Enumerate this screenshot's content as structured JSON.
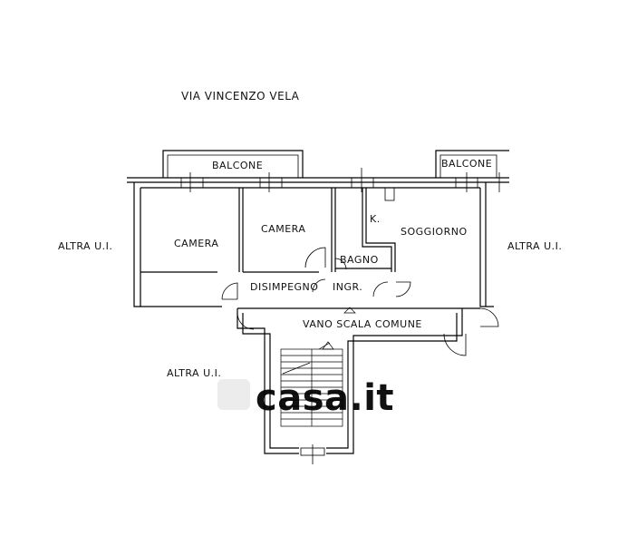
{
  "plan": {
    "street": "VIA VINCENZO VELA",
    "watermark": "casa.it",
    "colors": {
      "line": "#000000",
      "background": "#ffffff",
      "watermark": "#e7e7e7"
    },
    "rooms": {
      "balcone_left": "BALCONE",
      "balcone_right": "BALCONE",
      "camera_left": "CAMERA",
      "camera_center": "CAMERA",
      "kitchen": "K.",
      "soggiorno": "SOGGIORNO",
      "bagno": "BAGNO",
      "disimpegno": "DISIMPEGNO",
      "ingresso": "INGR.",
      "vano_scala": "VANO SCALA COMUNE"
    },
    "neighbors": {
      "left": "ALTRA U.I.",
      "right": "ALTRA U.I.",
      "bottom_left": "ALTRA U.I."
    }
  }
}
